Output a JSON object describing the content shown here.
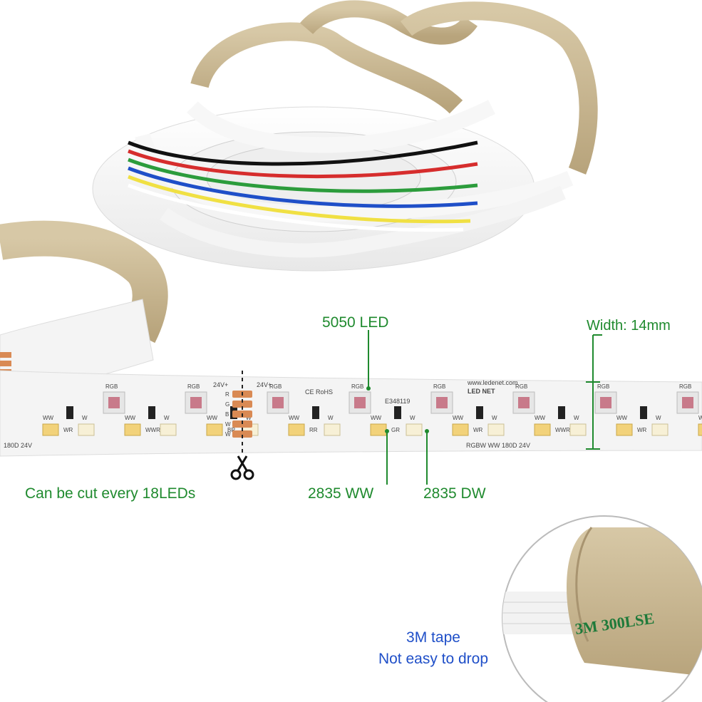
{
  "annotations": {
    "led_5050": "5050 LED",
    "width": "Width: 14mm",
    "cut": "Can be cut every 18LEDs",
    "ww_2835": "2835 WW",
    "dw_2835": "2835 DW",
    "tape_line1": "3M tape",
    "tape_line2": "Not easy to drop"
  },
  "strip_print": {
    "brand": "LED NET",
    "website": "www.ledenet.com",
    "cert_number": "E348119",
    "rohs": "CE RoHS",
    "voltage_left": "180D 24V",
    "model": "RGBW WW 180D 24V",
    "pad_label": "24V+",
    "rgb_label": "RGB",
    "pads": [
      "R",
      "G",
      "B",
      "W",
      "W"
    ],
    "ww_label": "WW",
    "w_label": "W",
    "resistor_codes": [
      "WR",
      "WWR",
      "BR",
      "RR",
      "GR",
      "WR",
      "WWR"
    ]
  },
  "tape_print": "3M 300LSE",
  "colors": {
    "annotation_green": "#1f8a2e",
    "annotation_blue": "#1f4fc8",
    "strip_white": "#f4f4f4",
    "tape_kraft": "#c9b894",
    "tape_print_green": "#1f7a3a",
    "led_warm_white": "#f2d27a",
    "led_day_white": "#f7f0d6",
    "led_rgb": "#c87a8a",
    "solder_pad": "#d98a54",
    "wire_colors": [
      "#111111",
      "#d62d2d",
      "#2c9c3c",
      "#1f4fc8",
      "#f0e043",
      "#ffffff"
    ]
  }
}
